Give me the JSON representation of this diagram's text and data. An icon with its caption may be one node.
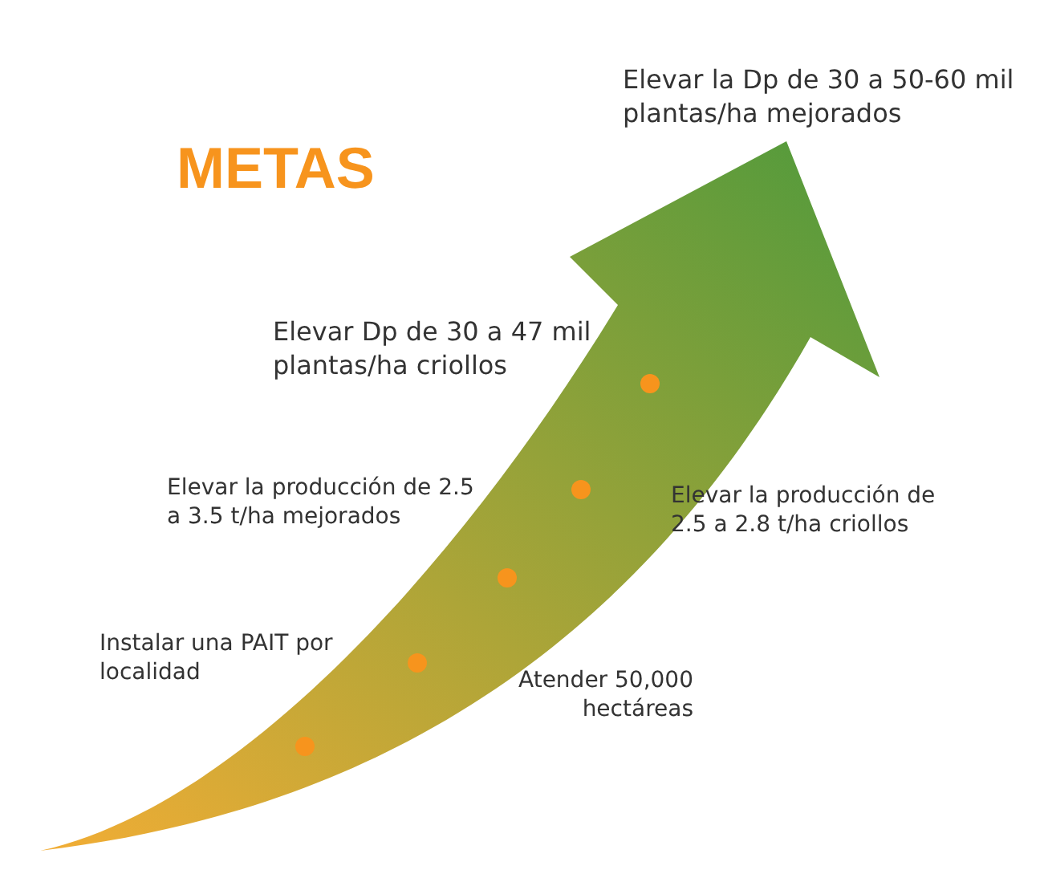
{
  "diagram": {
    "title": "METAS",
    "labels": [
      "Elevar la Dp de 30 a 50-60 mil plantas/ha mejorados",
      "Elevar Dp de 30 a 47 mil plantas/ha criollos",
      "Elevar la producción de 2.5 a 3.5 t/ha mejorados",
      "Elevar la producción de 2.5 a 2.8 t/ha criollos",
      "Instalar una PAIT por localidad",
      "Atender 50,000 hectáreas"
    ]
  }
}
